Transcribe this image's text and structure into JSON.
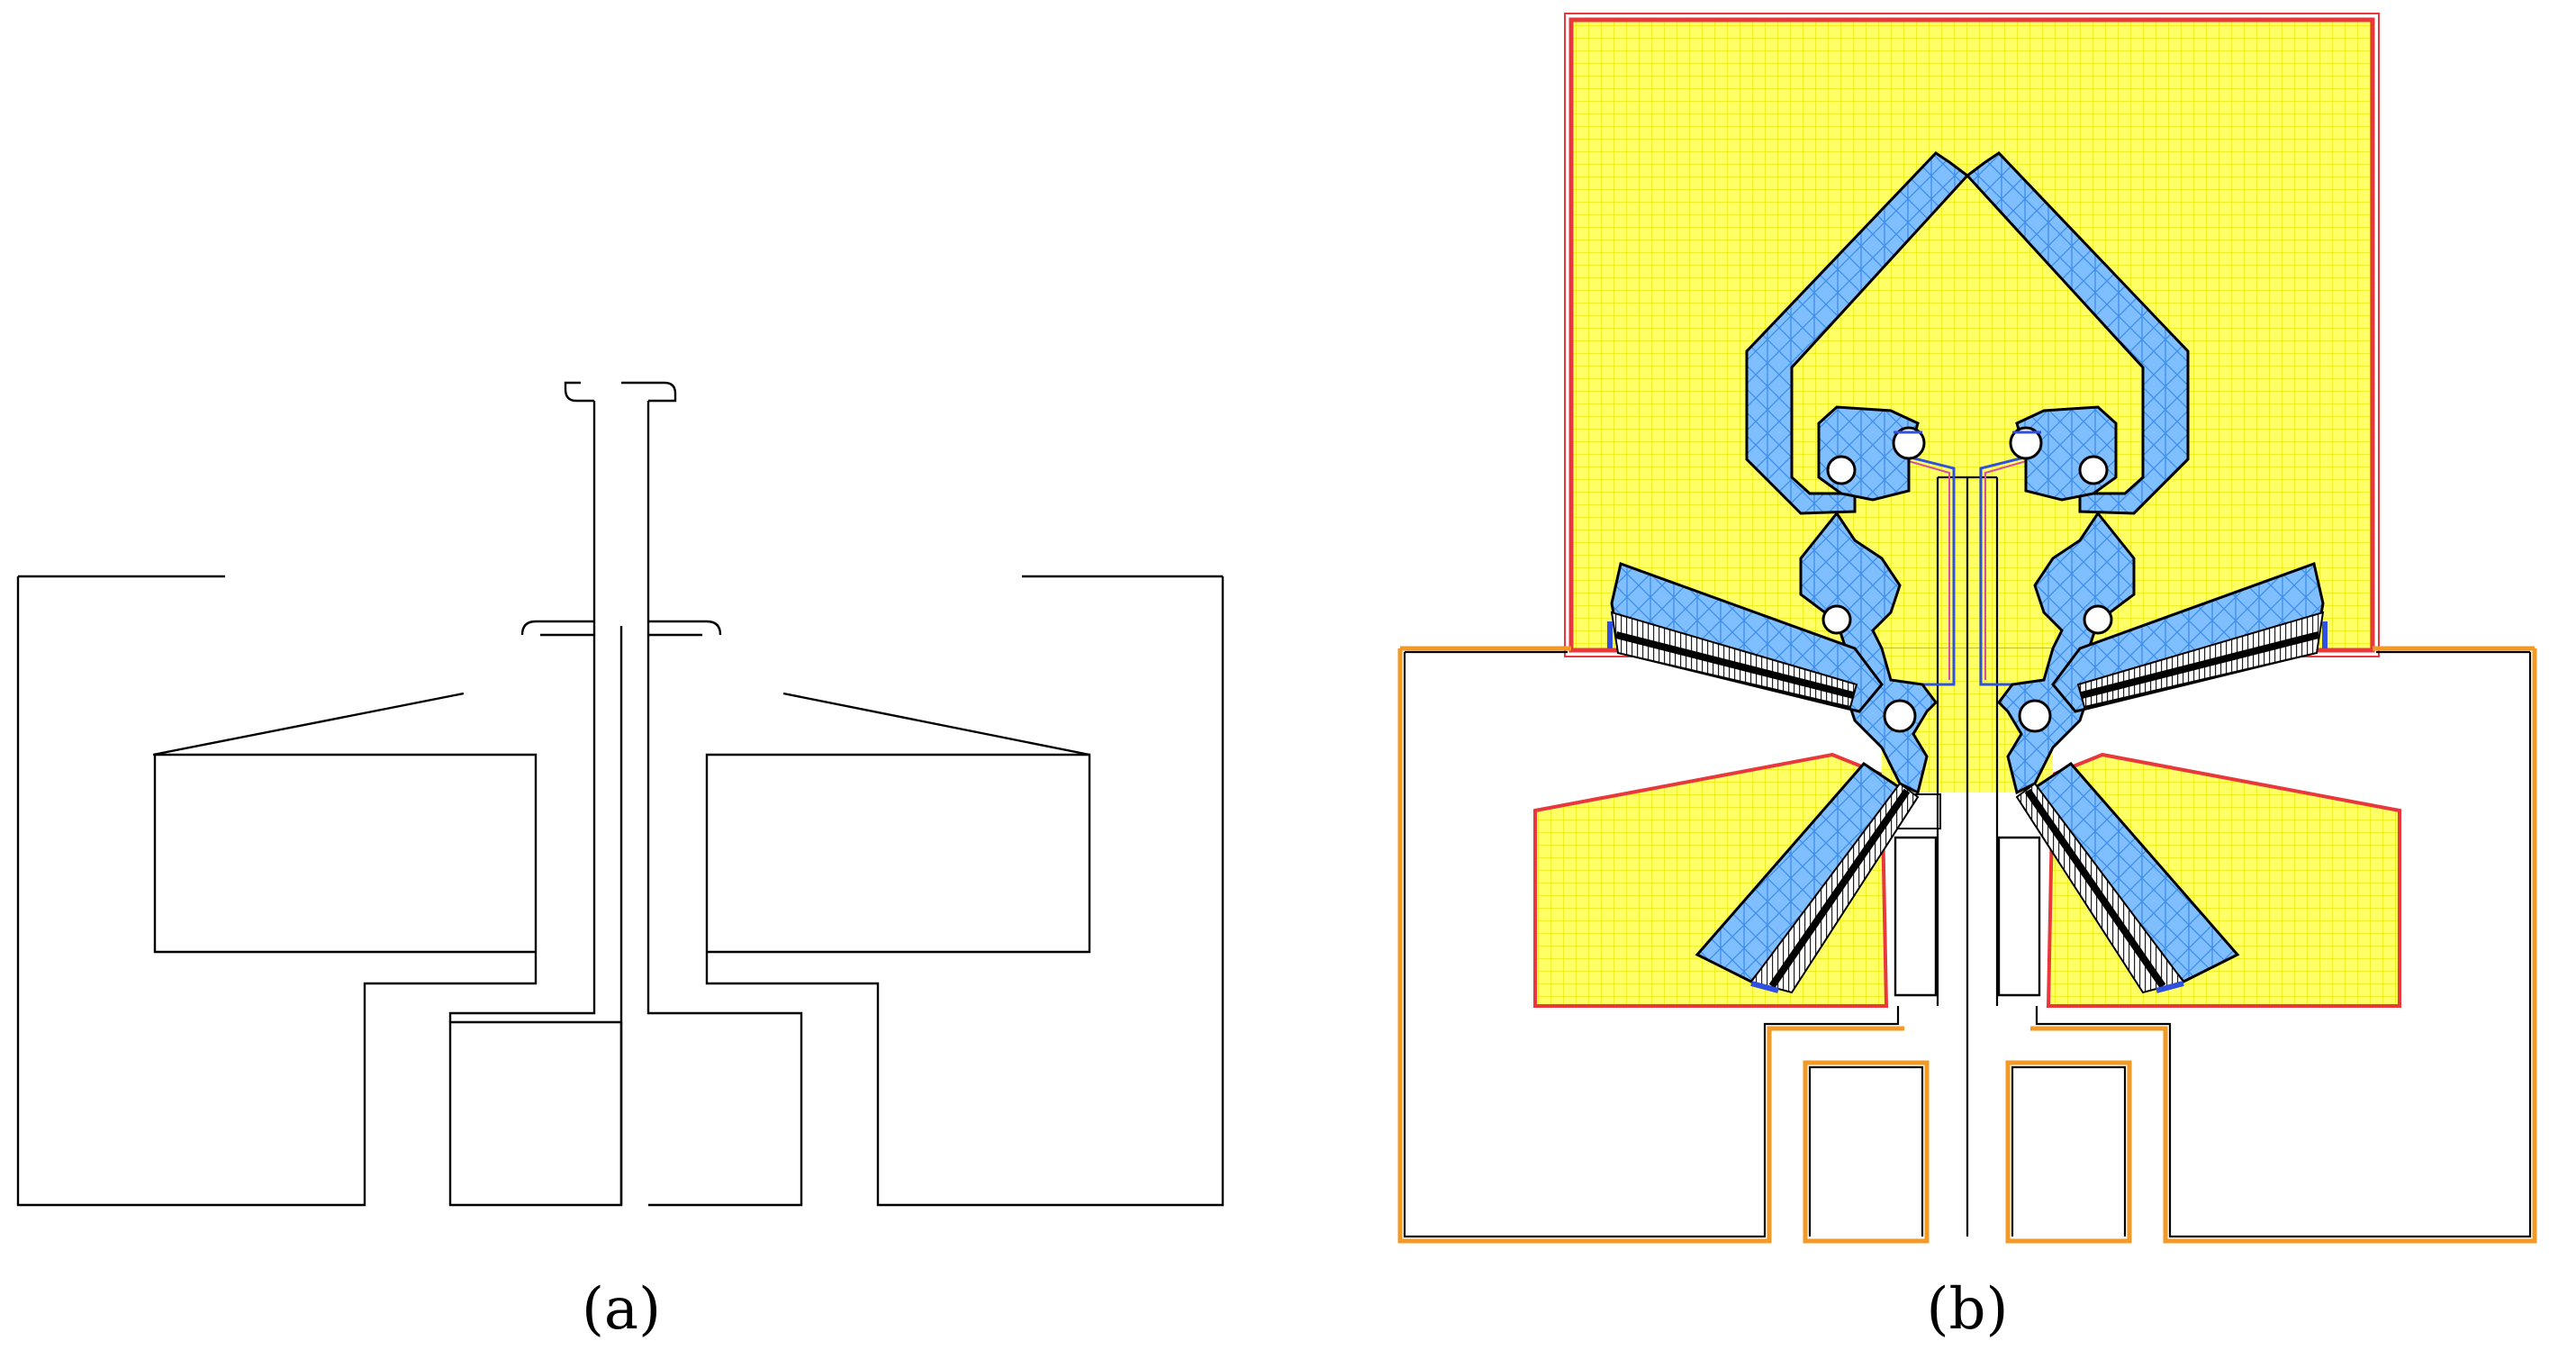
{
  "panels": [
    {
      "id": "a",
      "caption": "(a)",
      "style": "outline"
    },
    {
      "id": "b",
      "caption": "(b)",
      "style": "fabrication-layers"
    }
  ],
  "colors": {
    "line": "#000000",
    "hatch": "#222222",
    "support_fill": "#ffff66",
    "support_grid": "#e6e600",
    "lattice_fill": "#7fbfff",
    "lattice_lines": "#3f8ee8",
    "outer_boundary_red": "#e8383c",
    "outer_boundary_orange": "#f39a26",
    "inner_channel_blue": "#3050e0",
    "inner_channel_pink": "#d94ca0"
  }
}
